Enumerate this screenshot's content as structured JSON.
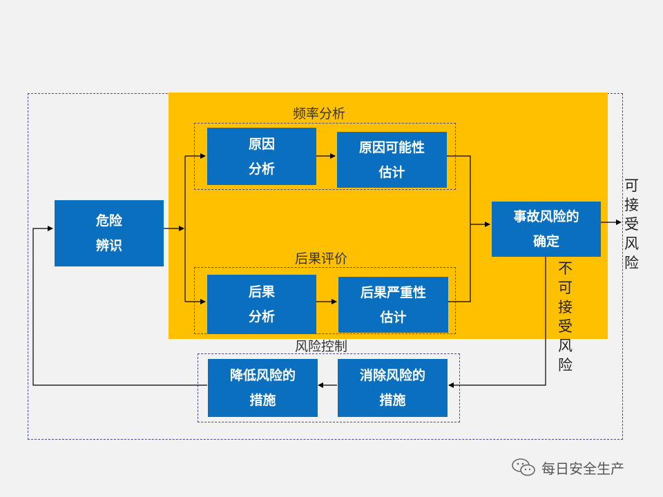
{
  "groups": {
    "frequency": "频率分析",
    "consequence": "后果评价",
    "control": "风险控制"
  },
  "boxes": {
    "hazard_line1": "危险",
    "hazard_line2": "辨识",
    "cause_line1": "原因",
    "cause_line2": "分析",
    "cause_prob_line1": "原因可能性",
    "cause_prob_line2": "估计",
    "conseq_line1": "后果",
    "conseq_line2": "分析",
    "severity_line1": "后果严重性",
    "severity_line2": "估计",
    "risk_line1": "事故风险的",
    "risk_line2": "确定",
    "eliminate_line1": "消除风险的",
    "eliminate_line2": "措施",
    "reduce_line1": "降低风险的",
    "reduce_line2": "措施"
  },
  "labels": {
    "acceptable": [
      "可",
      "接",
      "受",
      "风",
      "险"
    ],
    "unacceptable": [
      "不",
      "可",
      "接",
      "受",
      "风",
      "险"
    ]
  },
  "watermark": "每日安全生产",
  "colors": {
    "box": "#0b6fbf",
    "panel": "#ffc000",
    "background": "#f2f2f2"
  }
}
